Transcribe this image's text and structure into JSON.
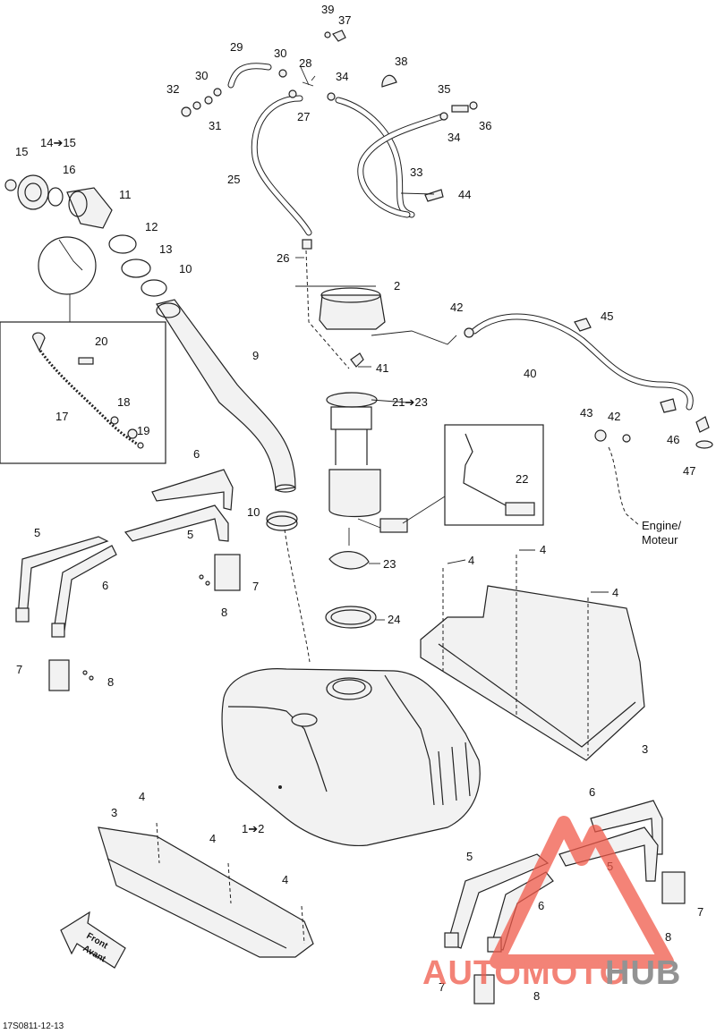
{
  "labels": [
    {
      "key": "p39",
      "text": "39"
    },
    {
      "key": "p37",
      "text": "37"
    },
    {
      "key": "p29",
      "text": "29"
    },
    {
      "key": "p30a",
      "text": "30"
    },
    {
      "key": "p28",
      "text": "28"
    },
    {
      "key": "p38",
      "text": "38"
    },
    {
      "key": "p30b",
      "text": "30"
    },
    {
      "key": "p34a",
      "text": "34"
    },
    {
      "key": "p32",
      "text": "32"
    },
    {
      "key": "p35",
      "text": "35"
    },
    {
      "key": "p31",
      "text": "31"
    },
    {
      "key": "p27",
      "text": "27"
    },
    {
      "key": "p34b",
      "text": "34"
    },
    {
      "key": "p36",
      "text": "36"
    },
    {
      "key": "p15",
      "text": "15"
    },
    {
      "key": "p14to15",
      "text": "14➔15"
    },
    {
      "key": "p16",
      "text": "16"
    },
    {
      "key": "p11",
      "text": "11"
    },
    {
      "key": "p33",
      "text": "33"
    },
    {
      "key": "p25",
      "text": "25"
    },
    {
      "key": "p44",
      "text": "44"
    },
    {
      "key": "p12",
      "text": "12"
    },
    {
      "key": "p13",
      "text": "13"
    },
    {
      "key": "p26",
      "text": "26"
    },
    {
      "key": "p10a",
      "text": "10"
    },
    {
      "key": "p2",
      "text": "2"
    },
    {
      "key": "p42a",
      "text": "42"
    },
    {
      "key": "p45",
      "text": "45"
    },
    {
      "key": "p20",
      "text": "20"
    },
    {
      "key": "p9",
      "text": "9"
    },
    {
      "key": "p41",
      "text": "41"
    },
    {
      "key": "p40",
      "text": "40"
    },
    {
      "key": "p21to23",
      "text": "21➔23"
    },
    {
      "key": "p18",
      "text": "18"
    },
    {
      "key": "p17",
      "text": "17"
    },
    {
      "key": "p19",
      "text": "19"
    },
    {
      "key": "p43",
      "text": "43"
    },
    {
      "key": "p42b",
      "text": "42"
    },
    {
      "key": "p46",
      "text": "46"
    },
    {
      "key": "p47",
      "text": "47"
    },
    {
      "key": "p6a",
      "text": "6"
    },
    {
      "key": "p22",
      "text": "22"
    },
    {
      "key": "p10b",
      "text": "10"
    },
    {
      "key": "p5a",
      "text": "5"
    },
    {
      "key": "p5b",
      "text": "5"
    },
    {
      "key": "p6b",
      "text": "6"
    },
    {
      "key": "p4a",
      "text": "4"
    },
    {
      "key": "p4b",
      "text": "4"
    },
    {
      "key": "p23",
      "text": "23"
    },
    {
      "key": "p7a",
      "text": "7"
    },
    {
      "key": "p4c",
      "text": "4"
    },
    {
      "key": "p8a",
      "text": "8"
    },
    {
      "key": "p24",
      "text": "24"
    },
    {
      "key": "p7b",
      "text": "7"
    },
    {
      "key": "p8b",
      "text": "8"
    },
    {
      "key": "p3a",
      "text": "3"
    },
    {
      "key": "p1to2",
      "text": "1➔2"
    },
    {
      "key": "p4d",
      "text": "4"
    },
    {
      "key": "p3b",
      "text": "3"
    },
    {
      "key": "p6c",
      "text": "6"
    },
    {
      "key": "p4e",
      "text": "4"
    },
    {
      "key": "p5c",
      "text": "5"
    },
    {
      "key": "p5d",
      "text": "5"
    },
    {
      "key": "p4f",
      "text": "4"
    },
    {
      "key": "p6d",
      "text": "6"
    },
    {
      "key": "p7c",
      "text": "7"
    },
    {
      "key": "p8c",
      "text": "8"
    },
    {
      "key": "p7d",
      "text": "7"
    },
    {
      "key": "p8d",
      "text": "8"
    }
  ],
  "engine_label": {
    "line1": "Engine/",
    "line2": "Moteur"
  },
  "front_arrow": {
    "line1": "Front",
    "line2": "Avant"
  },
  "diagram_code": "17S0811-12-13",
  "watermark": {
    "part1": "AUTOMOTO",
    "part2": "HUB",
    "color_accent": "#f05a4a",
    "color_dark": "#6f6f6f"
  }
}
